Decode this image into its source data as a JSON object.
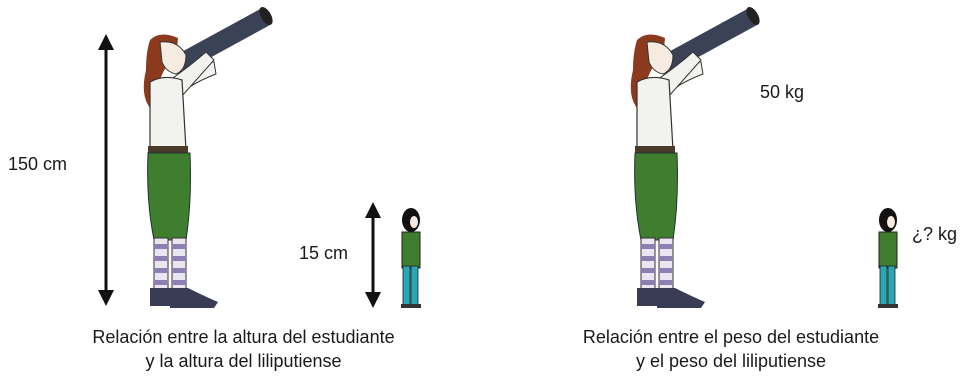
{
  "left_panel": {
    "student_height_label": "150 cm",
    "lilliputian_height_label": "15 cm",
    "caption_line1": "Relación entre la altura del estudiante",
    "caption_line2": "y la altura del liliputiense"
  },
  "right_panel": {
    "student_weight_label": "50 kg",
    "lilliputian_weight_label": "¿? kg",
    "caption_line1": "Relación entre el peso del estudiante",
    "caption_line2": "y el peso del liliputiense"
  },
  "colors": {
    "arrow": "#111111",
    "hair": "#8b3a1e",
    "shirt": "#f2f2ee",
    "pants": "#3f7d2f",
    "boots": "#3a3c55",
    "stockings": "#8e7fb3",
    "telescope": "#3b4256",
    "small_person_jacket": "#3f7d2f",
    "small_person_pants": "#2aa7b5",
    "small_person_hair": "#111111"
  }
}
